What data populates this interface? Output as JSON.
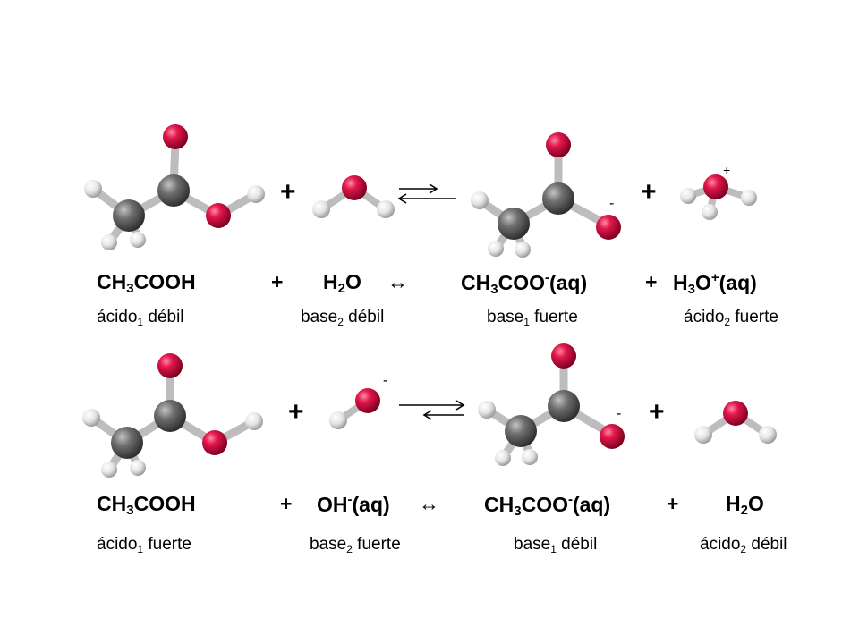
{
  "reaction1": {
    "symbols": {
      "plus": "+",
      "harr": "↔",
      "minus": "-",
      "superplus": "+"
    },
    "formulas": {
      "acetic_acid": {
        "a": "CH",
        "sub": "3",
        "b": "COOH"
      },
      "water": {
        "a": "H",
        "sub": "2",
        "b": "O"
      },
      "acetate": {
        "a": "CH",
        "sub": "3",
        "b": "COO",
        "sup": "-",
        "c": "(aq)"
      },
      "hydronium": {
        "a": "H",
        "sub": "3",
        "b": "O",
        "sup": "+",
        "c": "(aq)"
      }
    },
    "roles": [
      {
        "word": "ácido",
        "sub": "1",
        "strength": " débil"
      },
      {
        "word": "base",
        "sub": "2",
        "strength": " débil"
      },
      {
        "word": "base",
        "sub": "1",
        "strength": " fuerte"
      },
      {
        "word": "ácido",
        "sub": "2",
        "strength": " fuerte"
      }
    ]
  },
  "reaction2": {
    "symbols": {
      "plus": "+",
      "harr": "↔",
      "minus": "-"
    },
    "formulas": {
      "acetic_acid": {
        "a": "CH",
        "sub": "3",
        "b": "COOH"
      },
      "hydroxide": {
        "a": "OH",
        "sup": "-",
        "c": "(aq)"
      },
      "acetate": {
        "a": "CH",
        "sub": "3",
        "b": "COO",
        "sup": "-",
        "c": "(aq)"
      },
      "water": {
        "a": "H",
        "sub": "2",
        "b": "O"
      }
    },
    "roles": [
      {
        "word": "ácido",
        "sub": "1",
        "strength": " fuerte"
      },
      {
        "word": "base",
        "sub": "2",
        "strength": " fuerte"
      },
      {
        "word": "base",
        "sub": "1",
        "strength": " débil"
      },
      {
        "word": "ácido",
        "sub": "2",
        "strength": " débil"
      }
    ]
  },
  "colors": {
    "oxygen": "#d0103a",
    "carbon": "#707070",
    "hydrogen": "#eeeeee",
    "bond": "#bdbdbd"
  }
}
